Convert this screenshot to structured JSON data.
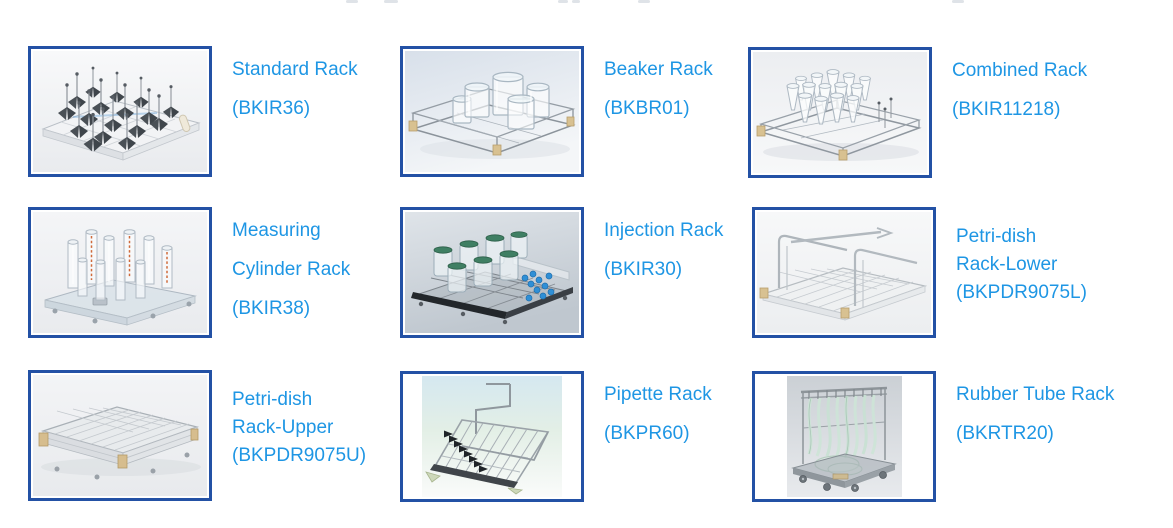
{
  "page": {
    "background": "#ffffff",
    "link_text_color": "#1e96e4",
    "image_frame_color": "#2351a5"
  },
  "products": [
    {
      "name": "Standard Rack",
      "code": "BKIR36",
      "image": "standard-rack-photo",
      "lines": [
        "Standard Rack",
        "(BKIR36)"
      ]
    },
    {
      "name": "Beaker Rack",
      "code": "BKBR01",
      "image": "beaker-rack-photo",
      "lines": [
        "Beaker Rack",
        "(BKBR01)"
      ]
    },
    {
      "name": "Combined Rack",
      "code": "BKIR11218",
      "image": "combined-rack-photo",
      "lines": [
        "Combined Rack",
        "(BKIR11218)"
      ]
    },
    {
      "name": "Measuring Cylinder Rack",
      "code": "BKIR38",
      "image": "measuring-cylinder-rack-photo",
      "lines": [
        "Measuring",
        "Cylinder Rack",
        "(BKIR38)"
      ]
    },
    {
      "name": "Injection Rack",
      "code": "BKIR30",
      "image": "injection-rack-photo",
      "lines": [
        "Injection Rack",
        "(BKIR30)"
      ]
    },
    {
      "name": "Petri-dish Rack-Lower",
      "code": "BKPDR9075L",
      "image": "petri-dish-rack-lower-photo",
      "lines": [
        "Petri-dish",
        "Rack-Lower",
        "(BKPDR9075L)"
      ]
    },
    {
      "name": "Petri-dish Rack-Upper",
      "code": "BKPDR9075U",
      "image": "petri-dish-rack-upper-photo",
      "lines": [
        "Petri-dish",
        "Rack-Upper",
        "(BKPDR9075U)"
      ]
    },
    {
      "name": "Pipette Rack",
      "code": "BKPR60",
      "image": "pipette-rack-photo",
      "lines": [
        "Pipette Rack",
        "(BKPR60)"
      ]
    },
    {
      "name": "Rubber Tube Rack",
      "code": "BKRTR20",
      "image": "rubber-tube-rack-photo",
      "lines": [
        "Rubber Tube Rack",
        "(BKRTR20)"
      ]
    }
  ]
}
